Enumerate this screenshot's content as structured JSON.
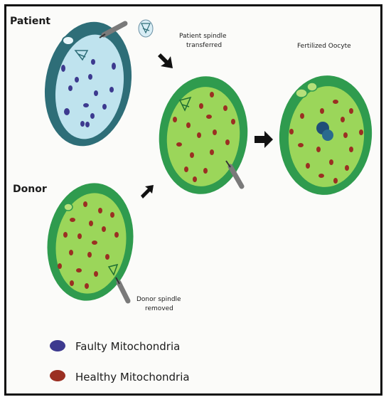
{
  "labels": {
    "patient": "Patient",
    "donor": "Donor",
    "patient_spindle_line1": "Patient spindle",
    "patient_spindle_line2": "transferred",
    "fertilized": "Fertilized Oocyte",
    "donor_spindle_line1": "Donor spindle",
    "donor_spindle_line2": "removed"
  },
  "legend": [
    {
      "label": "Faulty Mitochondria",
      "color": "#3d3a8f"
    },
    {
      "label": "Healthy Mitochondria",
      "color": "#9b2f22"
    }
  ],
  "colors": {
    "patient_membrane": "#2e6e78",
    "patient_cytoplasm": "#bfe3ee",
    "green_membrane": "#2f9b4e",
    "green_cytoplasm": "#9bd65a",
    "pipette": "#7a7a7a",
    "arrow": "#111111",
    "nucleus": "#1f4f78"
  }
}
